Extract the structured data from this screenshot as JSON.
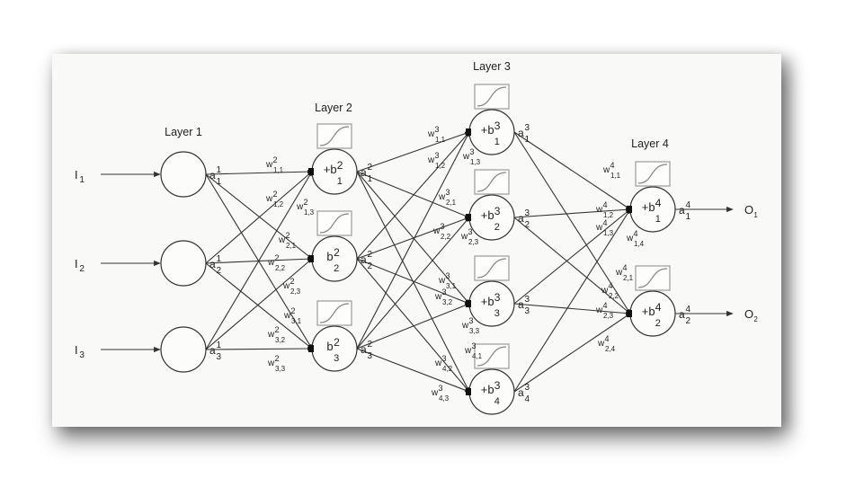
{
  "diagram": {
    "type": "feedforward-neural-network",
    "colors": {
      "line": "#333333",
      "panel": "#f9f9f7",
      "sigmoid_box": "#9a9a9a"
    },
    "layers": [
      {
        "title": "Layer 1",
        "nodes": [
          {
            "label": "",
            "output": {
              "base": "a",
              "sup": "1",
              "sub": "1"
            }
          },
          {
            "label": "",
            "output": {
              "base": "a",
              "sup": "1",
              "sub": "2"
            }
          },
          {
            "label": "",
            "output": {
              "base": "a",
              "sup": "1",
              "sub": "3"
            }
          }
        ]
      },
      {
        "title": "Layer 2",
        "nodes": [
          {
            "prefix": "+b",
            "sup": "2",
            "sub": "1",
            "output": {
              "base": "a",
              "sup": "2",
              "sub": "1"
            }
          },
          {
            "prefix": "b",
            "sup": "2",
            "sub": "2",
            "output": {
              "base": "a",
              "sup": "2",
              "sub": "2"
            }
          },
          {
            "prefix": "b",
            "sup": "2",
            "sub": "3",
            "output": {
              "base": "a",
              "sup": "2",
              "sub": "3"
            }
          }
        ]
      },
      {
        "title": "Layer 3",
        "nodes": [
          {
            "prefix": "+b",
            "sup": "3",
            "sub": "1",
            "output": {
              "base": "a",
              "sup": "3",
              "sub": "1"
            }
          },
          {
            "prefix": "+b",
            "sup": "3",
            "sub": "2",
            "output": {
              "base": "a",
              "sup": "3",
              "sub": "2"
            }
          },
          {
            "prefix": "+b",
            "sup": "3",
            "sub": "3",
            "output": {
              "base": "a",
              "sup": "3",
              "sub": "3"
            }
          },
          {
            "prefix": "+b",
            "sup": "3",
            "sub": "4",
            "output": {
              "base": "a",
              "sup": "3",
              "sub": "4"
            }
          }
        ]
      },
      {
        "title": "Layer 4",
        "nodes": [
          {
            "prefix": "+b",
            "sup": "4",
            "sub": "1",
            "output": {
              "base": "a",
              "sup": "4",
              "sub": "1"
            }
          },
          {
            "prefix": "+b",
            "sup": "4",
            "sub": "2",
            "output": {
              "base": "a",
              "sup": "4",
              "sub": "2"
            }
          }
        ]
      }
    ],
    "inputs": [
      {
        "base": "I",
        "sub": "1"
      },
      {
        "base": "I",
        "sub": "2"
      },
      {
        "base": "I",
        "sub": "3"
      }
    ],
    "outputs": [
      {
        "base": "O",
        "sub": "1"
      },
      {
        "base": "O",
        "sub": "2"
      }
    ],
    "weights": {
      "layer2": [
        {
          "sup": "2",
          "sub": "1,1"
        },
        {
          "sup": "2",
          "sub": "1,2"
        },
        {
          "sup": "2",
          "sub": "1,3"
        },
        {
          "sup": "2",
          "sub": "2,1"
        },
        {
          "sup": "2",
          "sub": "2,2"
        },
        {
          "sup": "2",
          "sub": "2,3"
        },
        {
          "sup": "2",
          "sub": "3,1"
        },
        {
          "sup": "2",
          "sub": "3,2"
        },
        {
          "sup": "2",
          "sub": "3,3"
        }
      ],
      "layer3": [
        {
          "sup": "3",
          "sub": "1,1"
        },
        {
          "sup": "3",
          "sub": "1,2"
        },
        {
          "sup": "3",
          "sub": "1,3"
        },
        {
          "sup": "3",
          "sub": "2,1"
        },
        {
          "sup": "3",
          "sub": "2,2"
        },
        {
          "sup": "3",
          "sub": "2,3"
        },
        {
          "sup": "3",
          "sub": "3,1"
        },
        {
          "sup": "3",
          "sub": "3,2"
        },
        {
          "sup": "3",
          "sub": "3,3"
        },
        {
          "sup": "3",
          "sub": "4,1"
        },
        {
          "sup": "3",
          "sub": "4,2"
        },
        {
          "sup": "3",
          "sub": "4,3"
        }
      ],
      "layer4": [
        {
          "sup": "4",
          "sub": "1,1"
        },
        {
          "sup": "4",
          "sub": "1,2"
        },
        {
          "sup": "4",
          "sub": "1,3"
        },
        {
          "sup": "4",
          "sub": "1,4"
        },
        {
          "sup": "4",
          "sub": "2,1"
        },
        {
          "sup": "4",
          "sub": "2,2"
        },
        {
          "sup": "4",
          "sub": "2,3"
        },
        {
          "sup": "4",
          "sub": "2,4"
        }
      ],
      "symbol": "w"
    },
    "activation_icon": "sigmoid-curve-icon"
  }
}
